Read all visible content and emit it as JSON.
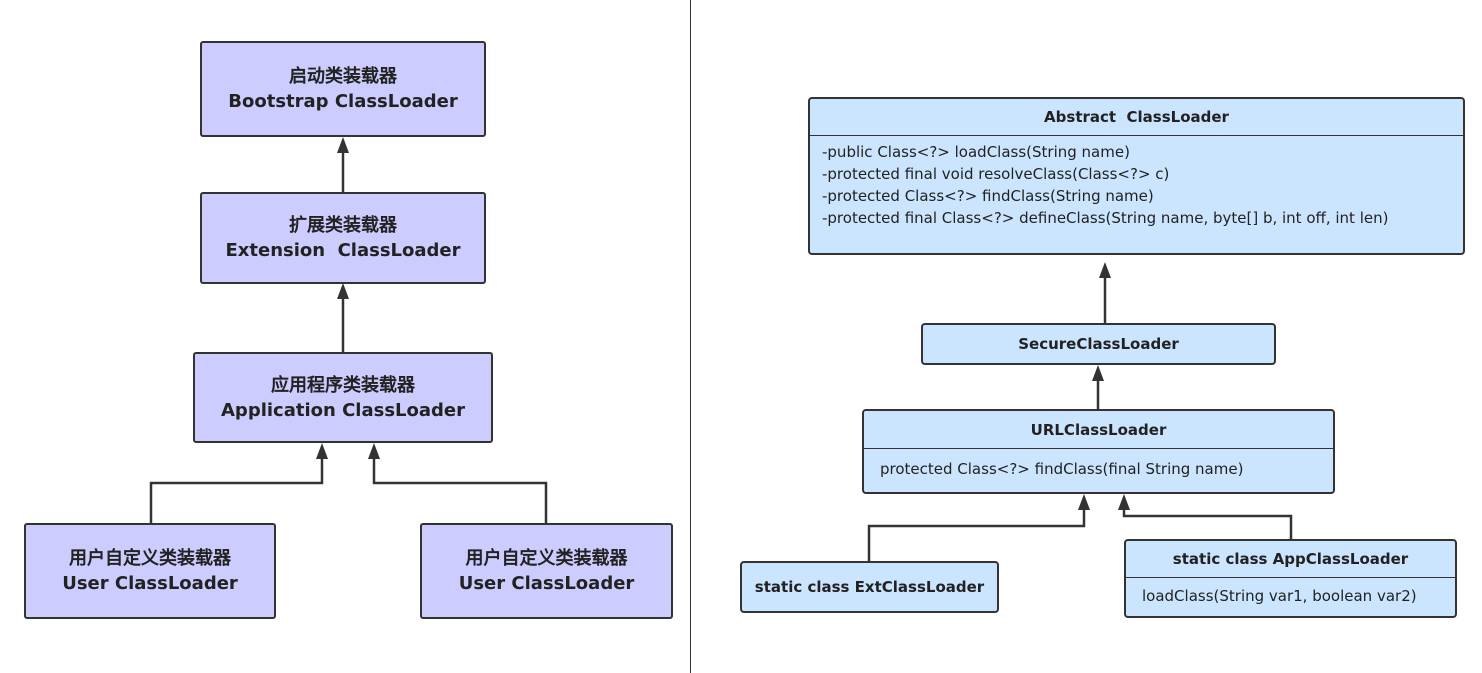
{
  "left": {
    "bootstrap": {
      "cn": "启动类装载器",
      "en": "Bootstrap ClassLoader"
    },
    "extension": {
      "cn": "扩展类装载器",
      "en": "Extension  ClassLoader"
    },
    "application": {
      "cn": "应用程序类装载器",
      "en": "Application ClassLoader"
    },
    "user_left": {
      "cn": "用户自定义类装载器",
      "en": "User ClassLoader"
    },
    "user_right": {
      "cn": "用户自定义类装载器",
      "en": "User ClassLoader"
    }
  },
  "right": {
    "abstract": {
      "title": "Abstract  ClassLoader",
      "methods": [
        "-public Class<?> loadClass(String name)",
        "-protected final void resolveClass(Class<?> c)",
        "-protected Class<?> findClass(String name)",
        "-protected final Class<?> defineClass(String name, byte[] b, int off, int len)"
      ]
    },
    "secure": {
      "title": "SecureClassLoader"
    },
    "url": {
      "title": "URLClassLoader",
      "methods": [
        "protected Class<?> findClass(final String name)"
      ]
    },
    "ext": {
      "title": "static class ExtClassLoader"
    },
    "app": {
      "title": "static class AppClassLoader",
      "methods": [
        "loadClass(String var1, boolean var2)"
      ]
    }
  },
  "colors": {
    "left_fill": "#ccccff",
    "right_fill": "#cce5ff",
    "stroke": "#333333"
  }
}
